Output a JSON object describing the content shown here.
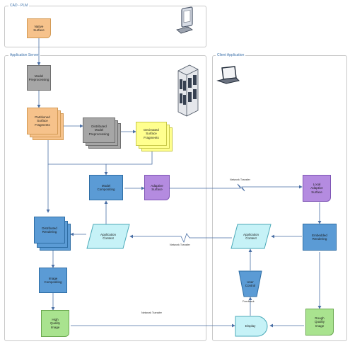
{
  "panels": {
    "cad": "CAD - PLM",
    "app_server": "Application Server",
    "client": "Client Application"
  },
  "nodes": {
    "native_surface": "Native\nSurface",
    "model_preprocessing": "Model\nPreprocessing",
    "partitioned_fragments": "Partitioned\nSurface\nFragments",
    "distributed_preprocessing": "Distributed\nModel\nPreprocessing",
    "decimated_fragments": "Decimated\nSurface\nFragments",
    "model_compositing": "Model\nCompositing",
    "adaptive_surface": "Adaptive\nSurface",
    "local_adaptive_surface": "Local\nAdaptive\nSurface",
    "distributed_rendering": "Distributed\nRendering",
    "application_context_server": "Application\nContext",
    "application_context_client": "Application\nContext",
    "embedded_rendering": "Embedded\nRendering",
    "image_compositing": "Image\nCompositing",
    "user_control": "User\nControl",
    "high_quality_image": "High\nQuality\nImage",
    "display": "Display",
    "rough_quality_image": "Rough\nQuality\nImage"
  },
  "edge_labels": {
    "network_1": "Network Transfer",
    "network_2": "Network Transfer",
    "network_3": "Network Transfer",
    "feedback": "Feedback"
  },
  "icons": [
    "computer-icon",
    "server-rack-icon",
    "laptop-icon"
  ],
  "colors": {
    "process": "#5b9bd5",
    "preprocess": "#a6a6a6",
    "source": "#f6c28b",
    "decimated": "#ffff8f",
    "adaptive": "#b48be0",
    "image": "#a9e38f",
    "context": "#c6f2f7",
    "accent": "#3a6fa8"
  }
}
